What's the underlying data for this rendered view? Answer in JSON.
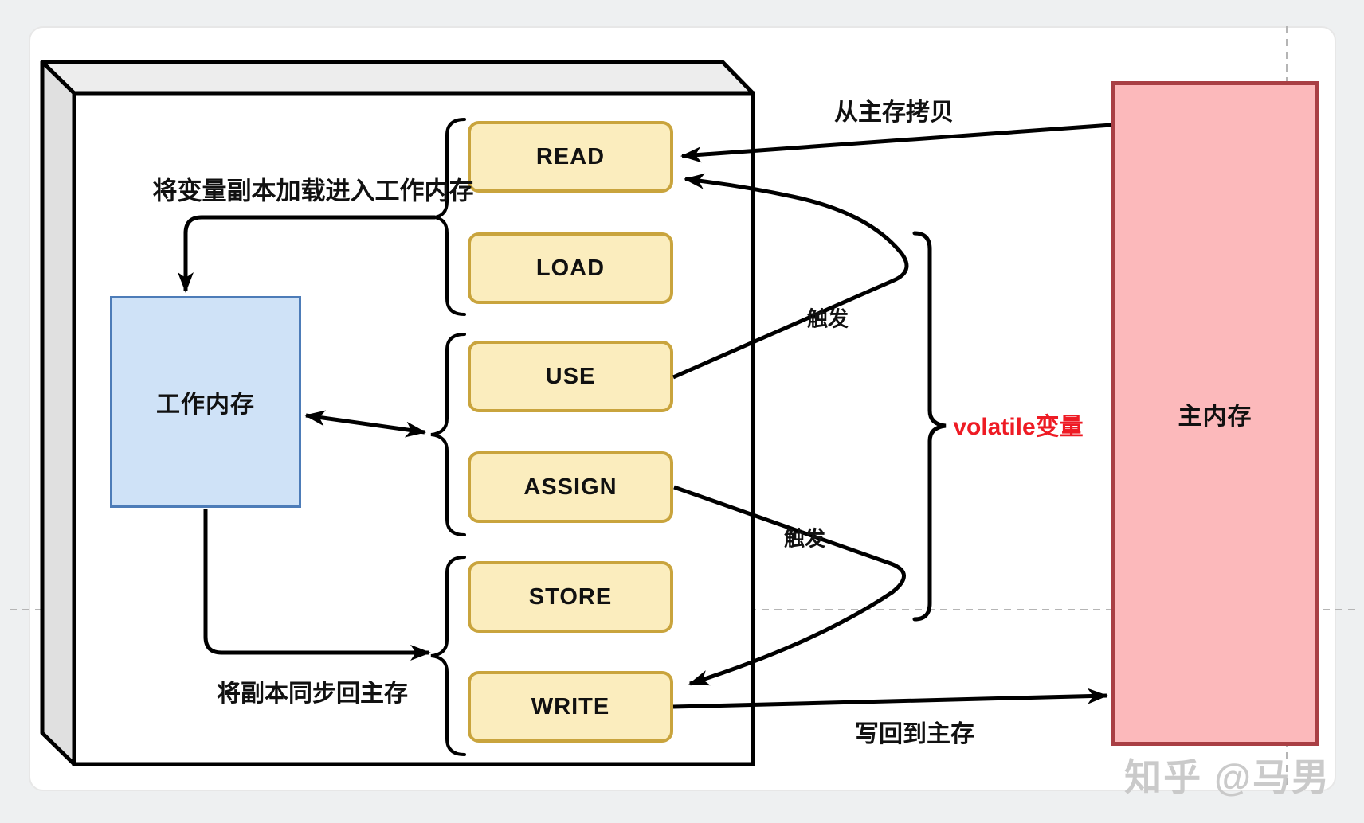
{
  "colors": {
    "op-fill": "#FBEDBE",
    "op-border": "#C9A43D",
    "wm-fill": "#CFE2F7",
    "wm-border": "#4D7CB8",
    "mm-fill": "#FCB9BB",
    "mm-border": "#A93F44",
    "volatile-red": "#EE1B24",
    "watermark-gray": "#C6C6C6"
  },
  "boxes": {
    "working_memory": "工作内存",
    "main_memory": "主内存"
  },
  "operations": [
    "READ",
    "LOAD",
    "USE",
    "ASSIGN",
    "STORE",
    "WRITE"
  ],
  "labels": {
    "copy_from_main": "从主存拷贝",
    "load_into_working": "将变量副本加载进入工作内存",
    "trigger_top": "触发",
    "trigger_bottom": "触发",
    "volatile": "volatile变量",
    "sync_back_to_main": "将副本同步回主存",
    "write_back_to_main": "写回到主存"
  },
  "watermark": "知乎 @马男"
}
